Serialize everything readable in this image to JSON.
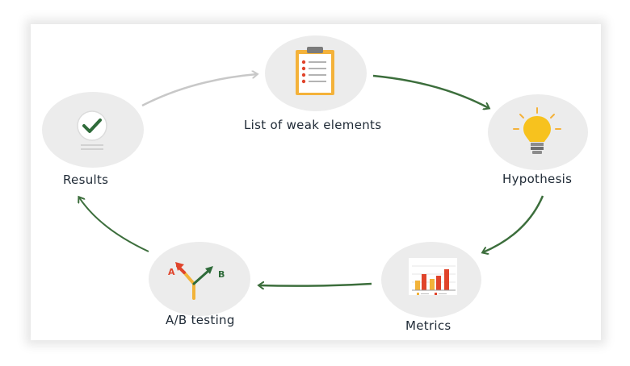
{
  "diagram": {
    "nodes": [
      {
        "id": "list",
        "label": "List of weak elements",
        "icon": "clipboard-checklist-icon"
      },
      {
        "id": "hypothesis",
        "label": "Hypothesis",
        "icon": "lightbulb-icon"
      },
      {
        "id": "metrics",
        "label": "Metrics",
        "icon": "bar-chart-icon"
      },
      {
        "id": "ab",
        "label": "A/B testing",
        "icon": "ab-split-arrows-icon",
        "letters": [
          "A",
          "B"
        ]
      },
      {
        "id": "results",
        "label": "Results",
        "icon": "checkmark-monitor-icon"
      }
    ],
    "colors": {
      "arrow_active": "#3c6e3c",
      "arrow_inactive": "#c8c8c8",
      "bulb": "#f7c21e",
      "check": "#2f6b3a",
      "bar_red": "#e0442b",
      "bar_yellow": "#f2b33a",
      "ab_red": "#e0442b",
      "ab_green": "#2f6b3a"
    }
  }
}
